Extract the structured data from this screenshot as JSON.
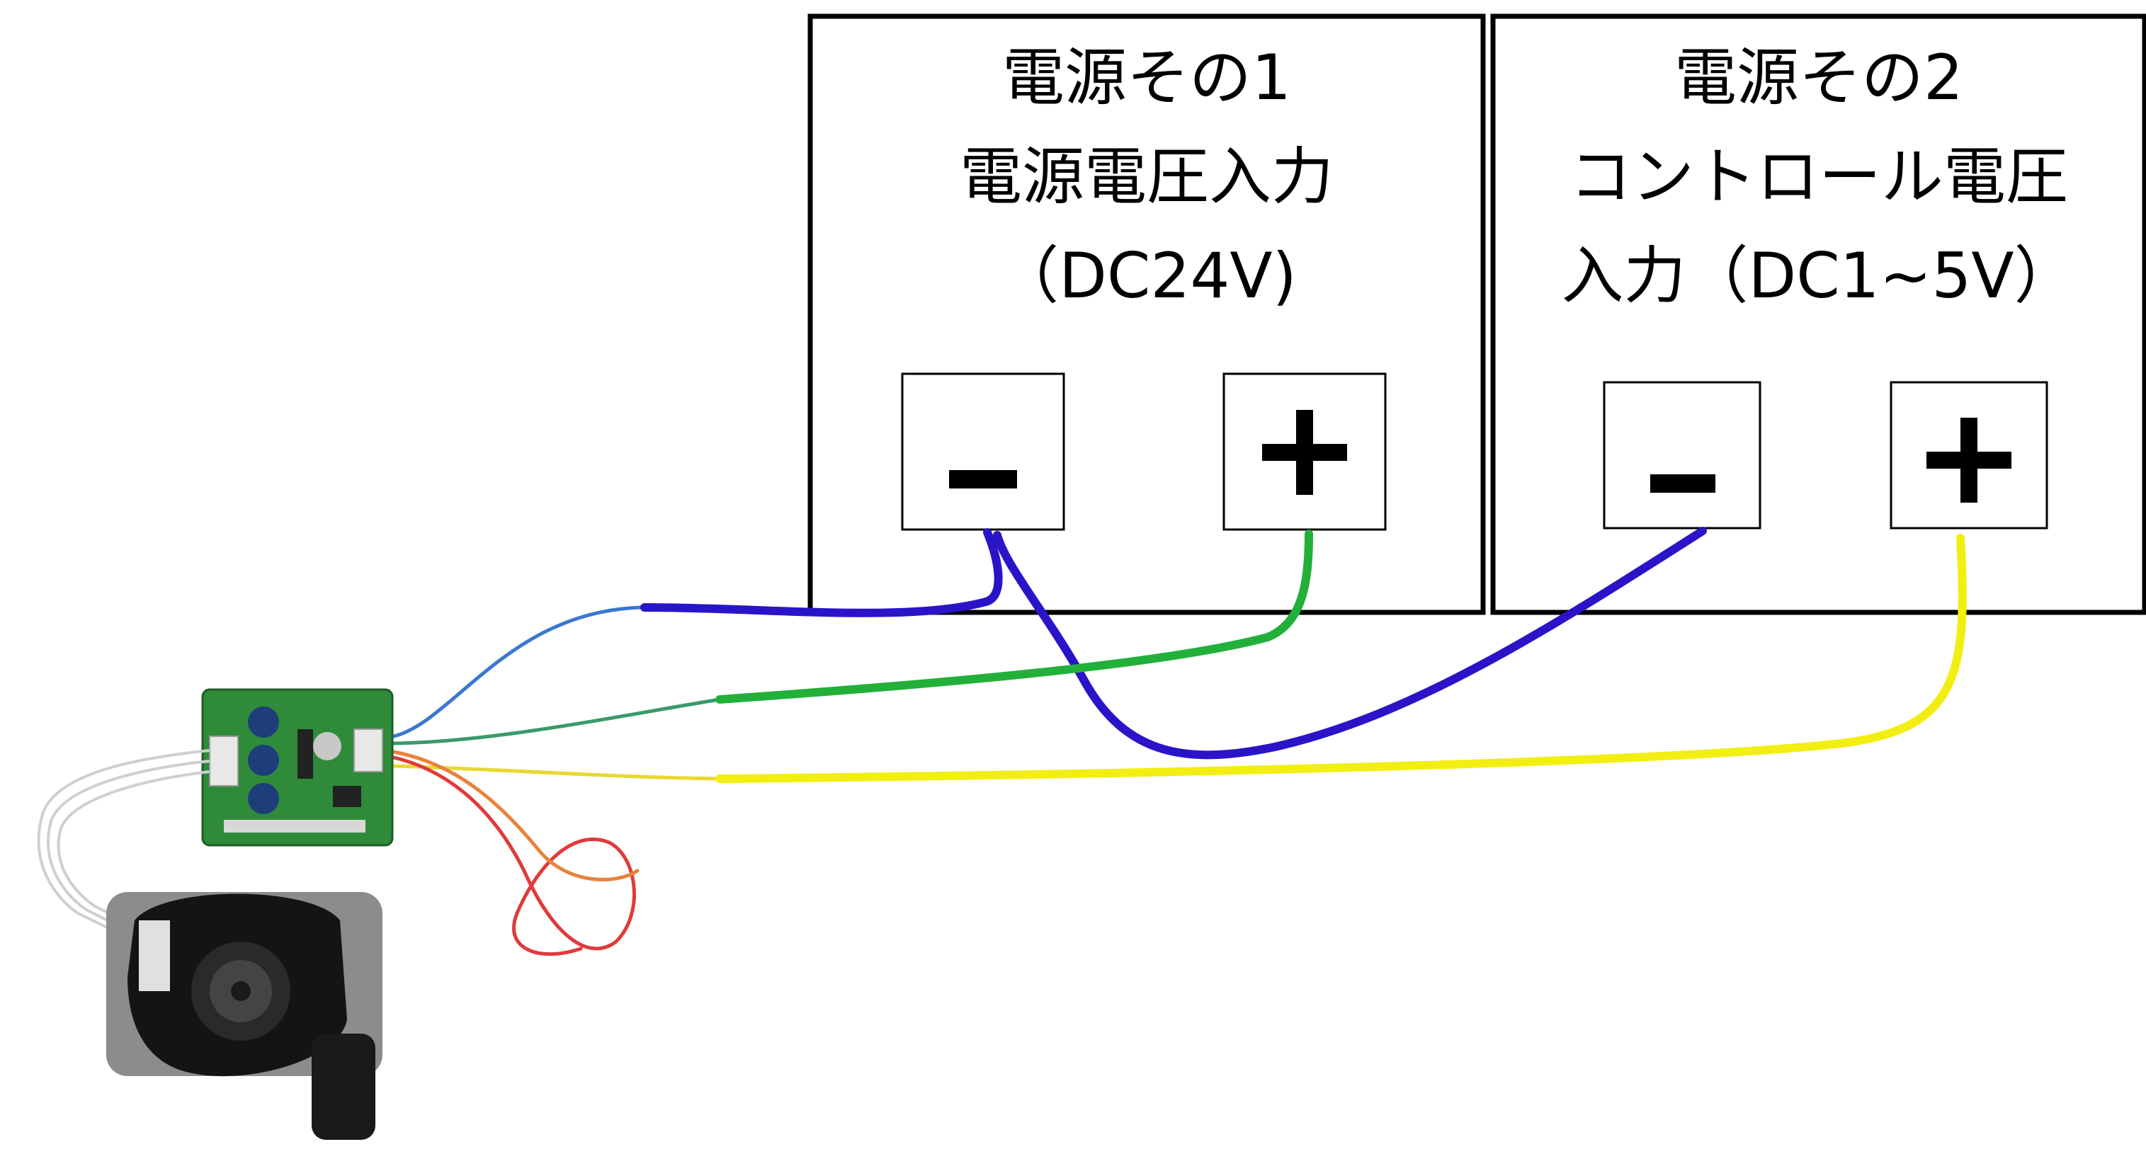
{
  "supply1": {
    "line1": "電源その1",
    "line2": "電源電圧入力",
    "line3": "（DC24V)",
    "terminal_minus": "–",
    "terminal_plus": "+"
  },
  "supply2": {
    "line1": "電源その2",
    "line2": "コントロール電圧",
    "line3": "入力（DC1~5V）",
    "terminal_minus": "–",
    "terminal_plus": "+"
  },
  "wire_colors": {
    "blue": "#2a14c8",
    "blue_thin": "#3a78d0",
    "green": "#22b03a",
    "green_thin": "#3a9a6a",
    "yellow": "#f2ee12",
    "orange": "#e8823a",
    "red": "#e03a3a",
    "pcb": "#2f8a3a"
  }
}
